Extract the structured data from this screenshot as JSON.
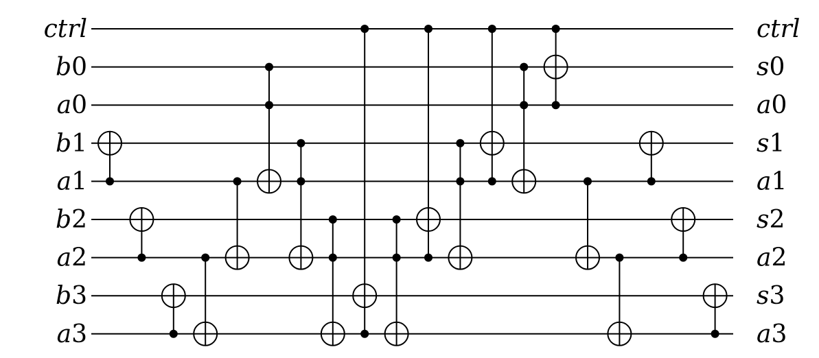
{
  "diagram": {
    "type": "quantum-circuit",
    "input_labels": [
      "ctrl",
      "b0",
      "a0",
      "b1",
      "a1",
      "b2",
      "a2",
      "b3",
      "a3"
    ],
    "output_labels": [
      "ctrl",
      "s0",
      "a0",
      "s1",
      "a1",
      "s2",
      "a2",
      "s3",
      "a3"
    ],
    "gates": [
      {
        "controls": [
          4
        ],
        "target": 3
      },
      {
        "controls": [
          6
        ],
        "target": 5
      },
      {
        "controls": [
          8
        ],
        "target": 7
      },
      {
        "controls": [
          6
        ],
        "target": 8
      },
      {
        "controls": [
          4
        ],
        "target": 6
      },
      {
        "controls": [
          1,
          2
        ],
        "target": 4
      },
      {
        "controls": [
          3,
          4
        ],
        "target": 6
      },
      {
        "controls": [
          5,
          6
        ],
        "target": 8
      },
      {
        "controls": [
          0,
          8
        ],
        "target": 7
      },
      {
        "controls": [
          5,
          6
        ],
        "target": 8
      },
      {
        "controls": [
          0,
          6
        ],
        "target": 5
      },
      {
        "controls": [
          3,
          4
        ],
        "target": 6
      },
      {
        "controls": [
          0,
          4
        ],
        "target": 3
      },
      {
        "controls": [
          1,
          2
        ],
        "target": 4
      },
      {
        "controls": [
          0,
          2
        ],
        "target": 1
      },
      {
        "controls": [
          4
        ],
        "target": 6
      },
      {
        "controls": [
          6
        ],
        "target": 8
      },
      {
        "controls": [
          4
        ],
        "target": 3
      },
      {
        "controls": [
          6
        ],
        "target": 5
      },
      {
        "controls": [
          8
        ],
        "target": 7
      }
    ]
  }
}
